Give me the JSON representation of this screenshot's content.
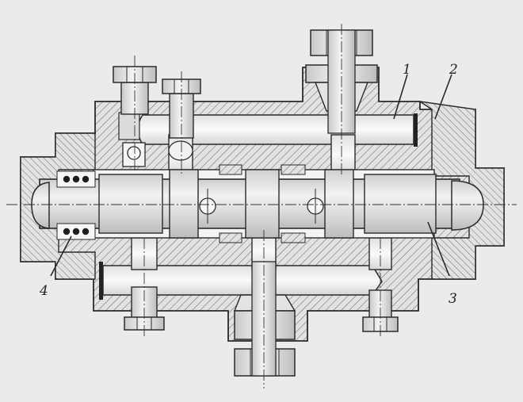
{
  "labels": {
    "one": "1",
    "two": "2",
    "three": "3",
    "four": "4"
  },
  "colors": {
    "paper": "#ebebeb",
    "line": "#2a2a2a",
    "metal": "#dcdcdc",
    "channel": "#f4f4f4"
  }
}
